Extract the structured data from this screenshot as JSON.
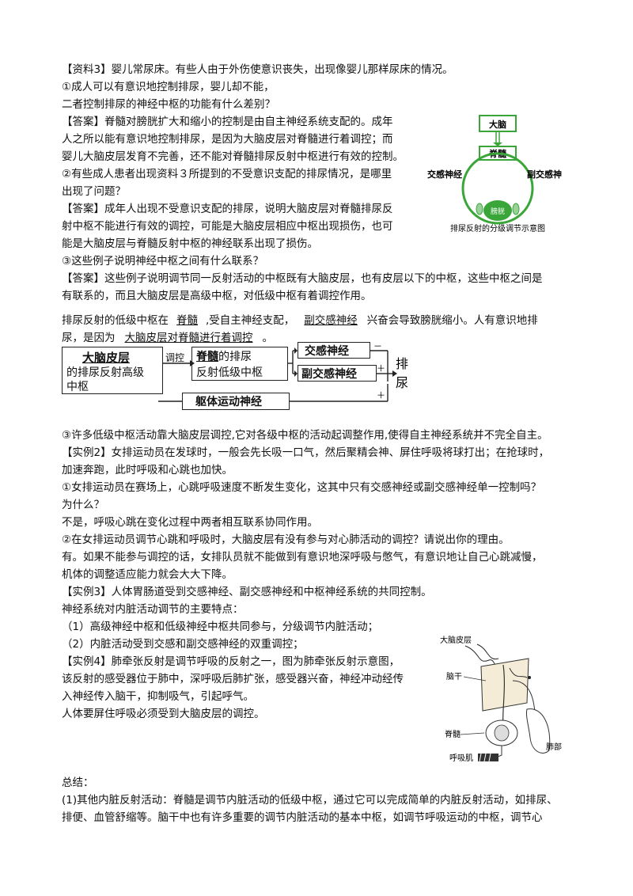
{
  "p1": {
    "l1": "【资料3】婴儿常尿床。有些人由于外伤使意识丧失，出现像婴儿那样尿床的情况。",
    "l2": "①成人可以有意识地控制排尿，婴儿却不能，",
    "l3": "二者控制排尿的神经中枢的功能有什么差别？",
    "l4": "【答案】脊髓对膀胱扩大和缩小的控制是由自主神经系统支配的。成年",
    "l5": "人之所以能有意识地控制排尿，是因为大脑皮层对脊髓进行着调控；而",
    "l6": "婴儿大脑皮层发育不完善，还不能对脊髓排尿反射中枢进行有效的控制。",
    "l7": "②有些成人患者出现资料３所提到的不受意识支配的排尿情况，是哪里",
    "l8": "出现了问题？",
    "l9": "【答案】成年人出现不受意识支配的排尿，说明大脑皮层对脊髓排尿反",
    "l10": "射中枢不能进行有效的调控，可能是大脑皮层相应中枢出现损伤，也可",
    "l11": "能是大脑皮层与脊髓反射中枢的神经联系出现了损伤。",
    "l12": "③这些例子说明神经中枢之间有什么联系？",
    "l13": "【答案】这些例子说明调节同一反射活动的中枢既有大脑皮层，也有皮层以下的中枢，这些中枢之间是",
    "l14": "有联系的，而且大脑皮层是高级中枢，对低级中枢有着调控作用。"
  },
  "fig1": {
    "brain": "大脑",
    "spine": "脊髓",
    "sympathetic": "交感神经",
    "parasympathetic": "副交感神经",
    "bladder": "膀胱",
    "caption": "排尿反射的分级调节示意图"
  },
  "fill": {
    "a1": "排尿反射的低级中枢在",
    "b1": "脊髓",
    "a2": ",受自主神经支配，",
    "b2": "副交感神经",
    "a3": "兴奋会导致膀胱缩小。人有意识地排",
    "a4": "尿，是因为",
    "b3": "大脑皮层对脊髓进行着调控",
    "a5": "。"
  },
  "flow": {
    "box1_bold": "大脑皮层",
    "box1_rest1": "的排尿反射高级",
    "box1_rest2": "中枢",
    "arrow_label": "调控",
    "box2_bold": "脊髓",
    "box2_rest1": "的排尿",
    "box2_rest2": "反射低级中枢",
    "sym": "交感神经",
    "para": "副交感神经",
    "soma": "躯体运动神经",
    "minus": "－",
    "plus1": "＋",
    "plus2": "＋",
    "out1": "排",
    "out2": "尿"
  },
  "p2": {
    "l1": "③许多低级中枢活动靠大脑皮层调控,它对各级中枢的活动起调整作用,使得自主神经系统并不完全自主。",
    "l2": "【实例2】女排运动员在发球时，一般会先长吸一口气，然后聚精会神、屏住呼吸将球打出；在抢球时，",
    "l3": "加速奔跑，此时呼吸和心跳也加快。",
    "l4": "①女排运动员在赛场上，心跳呼吸速度不断发生变化，这其中只有交感神经或副交感神经单一控制吗？",
    "l5": "为什么？",
    "l6": "不是，呼吸心跳在变化过程中两者相互联系协同作用。",
    "l7": "②在女排运动员调节心跳和呼吸时，大脑皮层有没有参与对心肺活动的调控？请说出你的理由。",
    "l8": "有。如果不能参与调控的话，女排队员就不能做到有意识地深呼吸与憋气，有意识地让自己心跳减慢，",
    "l9": "机体的调整适应能力就会大大下降。",
    "l10": "【实例3】人体胃肠道受到交感神经、副交感神经和中枢神经系统的共同控制。",
    "l11": "神经系统对内脏活动调节的主要特点：",
    "l12": "（1）高级神经中枢和低级神经中枢共同参与，分级调节内脏活动；",
    "l13": "（2）内脏活动受到交感和副交感神经的双重调控；",
    "l14": "【实例4】肺牵张反射是调节呼吸的反射之一，图为肺牵张反射示意图，",
    "l15": "该反射的感受器位于肺中，深呼吸后肺扩张，感受器兴奋，神经冲动经传",
    "l16": "入神经传入脑干，抑制吸气，引起呼气。",
    "l17": "人体要屏住呼吸必须受到大脑皮层的调控。"
  },
  "fig2": {
    "cortex": "大脑皮层",
    "brainstem": "脑干",
    "spinal": "脊髓",
    "muscle": "呼吸肌",
    "lung": "肺部"
  },
  "p3": {
    "l1": "总结：",
    "l2": "(1)其他内脏反射活动：脊髓是调节内脏活动的低级中枢，通过它可以完成简单的内脏反射活动，如排尿、",
    "l3": "排便、血管舒缩等。脑干中也有许多重要的调节内脏活动的基本中枢，如调节呼吸运动的中枢，调节心"
  },
  "colors": {
    "green": "#3aa63a",
    "text": "#111111"
  }
}
